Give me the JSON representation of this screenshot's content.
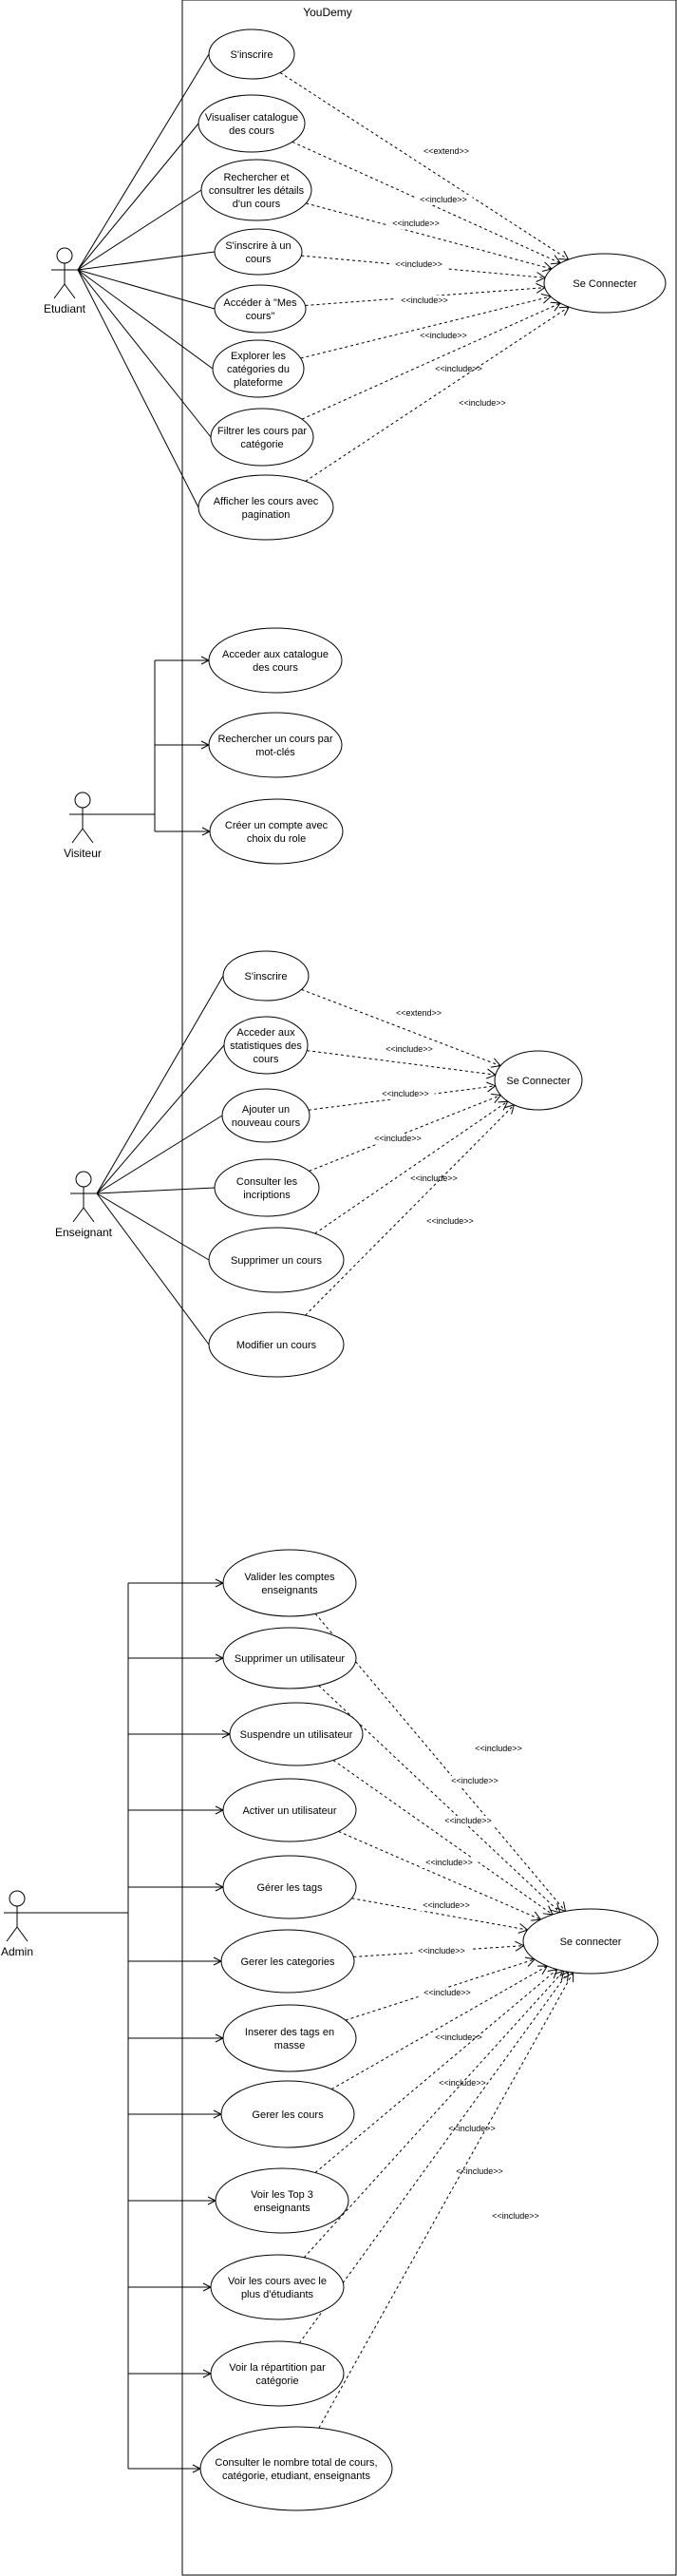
{
  "system": {
    "title": "YouDemy"
  },
  "actors": [
    {
      "id": "etudiant",
      "label": "Etudiant"
    },
    {
      "id": "visiteur",
      "label": "Visiteur"
    },
    {
      "id": "enseignant",
      "label": "Enseignant"
    },
    {
      "id": "admin",
      "label": "Admin"
    }
  ],
  "usecases": {
    "etudiant": [
      {
        "id": "e1",
        "lines": [
          "S'inscrire"
        ]
      },
      {
        "id": "e2",
        "lines": [
          "Visualiser catalogue",
          "des cours"
        ]
      },
      {
        "id": "e3",
        "lines": [
          "Rechercher et",
          "consultrer les détails",
          "d'un cours"
        ]
      },
      {
        "id": "e4",
        "lines": [
          "S'inscrire à un",
          "cours"
        ]
      },
      {
        "id": "e5",
        "lines": [
          "Accéder à \"Mes",
          "cours\""
        ]
      },
      {
        "id": "e6",
        "lines": [
          "Explorer les",
          "catégories du",
          "plateforme"
        ]
      },
      {
        "id": "e7",
        "lines": [
          "Filtrer les cours par",
          "catégorie"
        ]
      },
      {
        "id": "e8",
        "lines": [
          "Afficher les cours avec",
          "pagination"
        ]
      },
      {
        "id": "e_login",
        "lines": [
          "Se Connecter"
        ]
      }
    ],
    "visiteur": [
      {
        "id": "v1",
        "lines": [
          "Acceder aux catalogue",
          "des cours"
        ]
      },
      {
        "id": "v2",
        "lines": [
          "Rechercher un cours par",
          "mot-clés"
        ]
      },
      {
        "id": "v3",
        "lines": [
          "Créer un compte avec",
          "choix du role"
        ]
      }
    ],
    "enseignant": [
      {
        "id": "t1",
        "lines": [
          "S'inscrire"
        ]
      },
      {
        "id": "t2",
        "lines": [
          "Acceder aux",
          "statistiques des",
          "cours"
        ]
      },
      {
        "id": "t3",
        "lines": [
          "Ajouter un",
          "nouveau cours"
        ]
      },
      {
        "id": "t4",
        "lines": [
          "Consulter les",
          "incriptions"
        ]
      },
      {
        "id": "t5",
        "lines": [
          "Supprimer un cours"
        ]
      },
      {
        "id": "t6",
        "lines": [
          "Modifier un cours"
        ]
      },
      {
        "id": "t_login",
        "lines": [
          "Se Connecter"
        ]
      }
    ],
    "admin": [
      {
        "id": "a1",
        "lines": [
          "Valider les comptes",
          "enseignants"
        ]
      },
      {
        "id": "a2",
        "lines": [
          "Supprimer un utilisateur"
        ]
      },
      {
        "id": "a3",
        "lines": [
          "Suspendre un utilisateur"
        ]
      },
      {
        "id": "a4",
        "lines": [
          "Activer un utilisateur"
        ]
      },
      {
        "id": "a5",
        "lines": [
          "Gérer les tags"
        ]
      },
      {
        "id": "a6",
        "lines": [
          "Gerer les categories"
        ]
      },
      {
        "id": "a7",
        "lines": [
          "Inserer des tags en",
          "masse"
        ]
      },
      {
        "id": "a8",
        "lines": [
          "Gerer les cours"
        ]
      },
      {
        "id": "a9",
        "lines": [
          "Voir les Top 3",
          "enseignants"
        ]
      },
      {
        "id": "a10",
        "lines": [
          "Voir les cours avec le",
          "plus d'étudiants"
        ]
      },
      {
        "id": "a11",
        "lines": [
          "Voir la répartition par",
          "catégorie"
        ]
      },
      {
        "id": "a12",
        "lines": [
          "Consulter le nombre total de cours,",
          "catégorie, etudiant, enseignants"
        ]
      },
      {
        "id": "a_login",
        "lines": [
          "Se connecter"
        ]
      }
    ]
  },
  "relations": {
    "extend": "<<extend>>",
    "include": "<<include>>"
  },
  "dependencies": [
    {
      "from": "e1",
      "to": "e_login",
      "type": "extend"
    },
    {
      "from": "e2",
      "to": "e_login",
      "type": "include"
    },
    {
      "from": "e3",
      "to": "e_login",
      "type": "include"
    },
    {
      "from": "e4",
      "to": "e_login",
      "type": "include"
    },
    {
      "from": "e5",
      "to": "e_login",
      "type": "include"
    },
    {
      "from": "e6",
      "to": "e_login",
      "type": "include"
    },
    {
      "from": "e7",
      "to": "e_login",
      "type": "include"
    },
    {
      "from": "e8",
      "to": "e_login",
      "type": "include"
    },
    {
      "from": "t1",
      "to": "t_login",
      "type": "extend"
    },
    {
      "from": "t2",
      "to": "t_login",
      "type": "include"
    },
    {
      "from": "t3",
      "to": "t_login",
      "type": "include"
    },
    {
      "from": "t4",
      "to": "t_login",
      "type": "include"
    },
    {
      "from": "t5",
      "to": "t_login",
      "type": "include"
    },
    {
      "from": "t6",
      "to": "t_login",
      "type": "include"
    },
    {
      "from": "a1",
      "to": "a_login",
      "type": "include"
    },
    {
      "from": "a2",
      "to": "a_login",
      "type": "include"
    },
    {
      "from": "a3",
      "to": "a_login",
      "type": "include"
    },
    {
      "from": "a4",
      "to": "a_login",
      "type": "include"
    },
    {
      "from": "a5",
      "to": "a_login",
      "type": "include"
    },
    {
      "from": "a6",
      "to": "a_login",
      "type": "include"
    },
    {
      "from": "a7",
      "to": "a_login",
      "type": "include"
    },
    {
      "from": "a8",
      "to": "a_login",
      "type": "include"
    },
    {
      "from": "a9",
      "to": "a_login",
      "type": "include"
    },
    {
      "from": "a10",
      "to": "a_login",
      "type": "include"
    },
    {
      "from": "a11",
      "to": "a_login",
      "type": "include"
    },
    {
      "from": "a12",
      "to": "a_login",
      "type": "include"
    }
  ]
}
